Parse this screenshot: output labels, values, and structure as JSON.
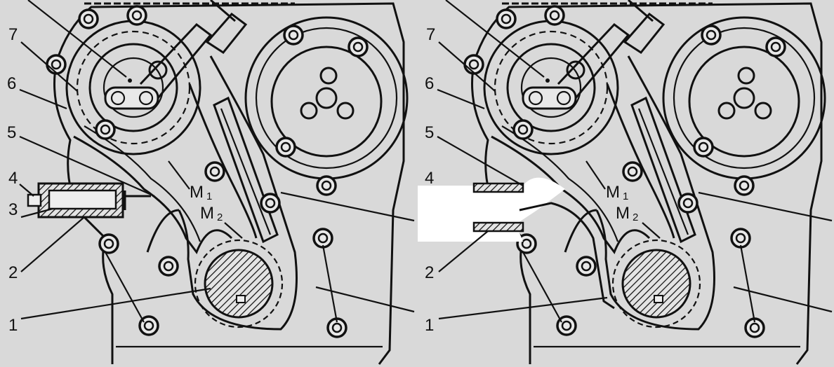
{
  "figure": {
    "left_panel": {
      "labels": {
        "l7": "7",
        "l6": "6",
        "l5": "5",
        "l4": "4",
        "l3": "3",
        "l2": "2",
        "l1": "1",
        "m1": "M",
        "m1_sub": "1",
        "m2": "M",
        "m2_sub": "2"
      }
    },
    "right_panel": {
      "labels": {
        "l7": "7",
        "l6": "6",
        "l5": "5",
        "l4": "4",
        "l2": "2",
        "l1": "1",
        "m1": "M",
        "m1_sub": "1",
        "m2": "M",
        "m2_sub": "2"
      }
    },
    "colors": {
      "background": "#d9d9d9",
      "ink": "#111111"
    }
  }
}
